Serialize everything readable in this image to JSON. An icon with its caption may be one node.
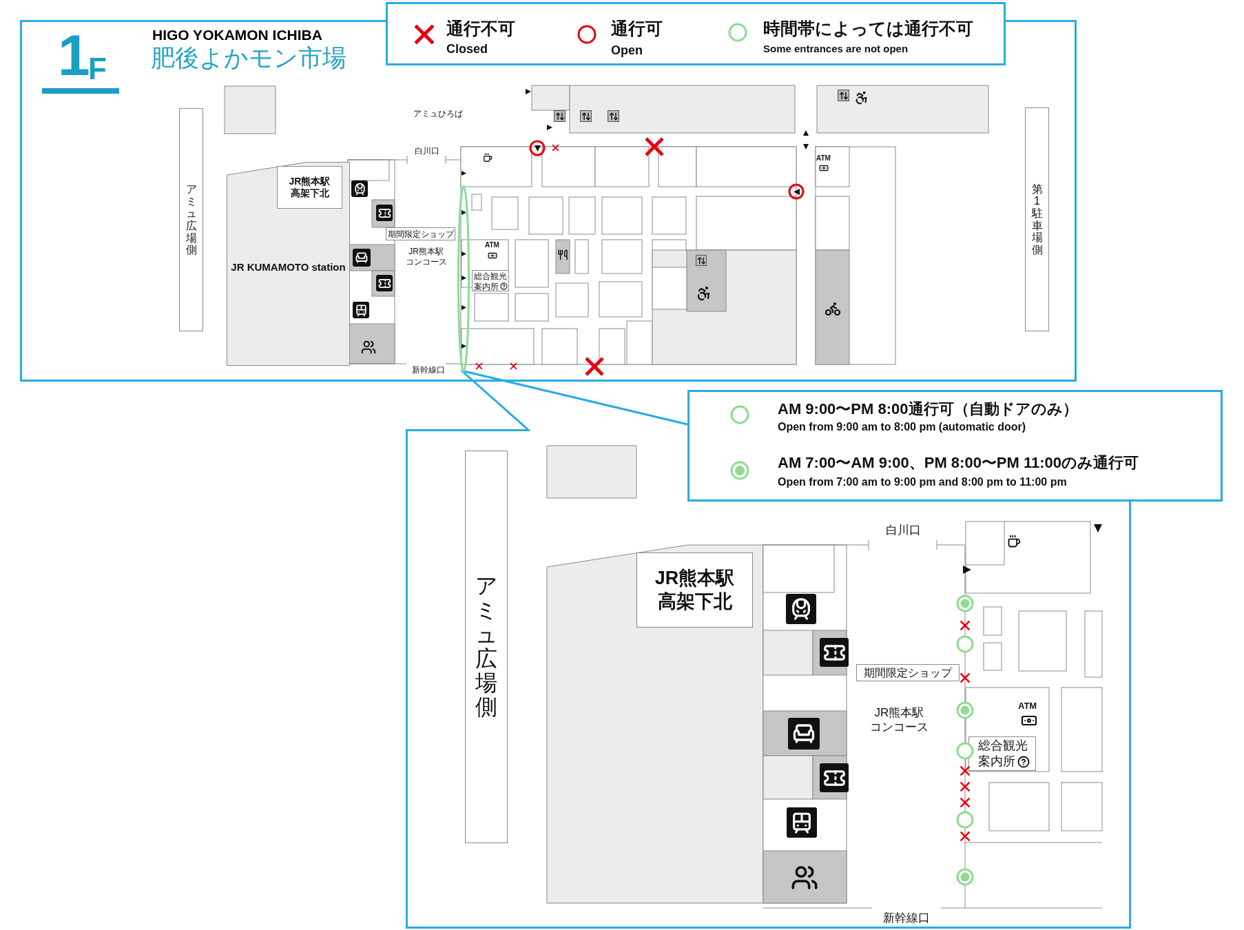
{
  "diagram": {
    "title": "肥後よかモン市場",
    "nodes": [
      {
        "text": [],
        "shape": "box"
      },
      {
        "text": [
          "アミュ広場側"
        ],
        "in": 0
      },
      {
        "text": [
          "JR KUMAMOTO station"
        ],
        "in": 0
      },
      {
        "text": [
          "JR熊本駅高架下北"
        ],
        "in": 2
      },
      {
        "text": [
          "期間限定ショップ"
        ],
        "in": 0
      },
      {
        "text": [
          "総合観光案内所"
        ],
        "in": 0
      },
      {
        "text": [
          "第1駐車場側"
        ],
        "in": 0
      },
      {
        "text": [],
        "shape": "ellipse",
        "in": 0
      },
      {
        "text": [],
        "shape": "box"
      },
      {
        "text": [
          "アミュ広場側"
        ],
        "in": 8
      },
      {
        "text": [
          "JR熊本駅高架下北"
        ],
        "in": 8
      },
      {
        "text": [
          "期間限定ショップ"
        ],
        "in": 8
      },
      {
        "text": [
          "総合観光案内所"
        ],
        "in": 8
      }
    ],
    "edges": [
      {
        "from": 7,
        "to": 8,
        "arrow": "none"
      }
    ],
    "labels": [
      "1",
      "F",
      "HIGO YOKAMON ICHIBA",
      "Closed",
      "Open",
      "Some entrances are not open",
      "アミュひろば",
      "白川口",
      "JR熊本駅コンコース",
      "ATM",
      "新幹線口",
      "ATM",
      "Open from 9:00 am to 8:00 pm (automatic door)",
      "Open from 7:00 am to 9:00 pm and 8:00 pm to 11:00 pm",
      "白川口",
      "JR熊本駅コンコース",
      "ATM",
      "新幹線口"
    ],
    "legend": [
      {
        "text": "通行不可"
      },
      {
        "text": "通行可"
      },
      {
        "text": "時間帯によっては通行不可"
      },
      {
        "text": "AM 9:00〜PM 8:00通行可（自動ドアのみ）"
      },
      {
        "text": "AM 7:00〜AM 9:00、PM 8:00〜PM 11:00のみ通行可"
      }
    ]
  }
}
